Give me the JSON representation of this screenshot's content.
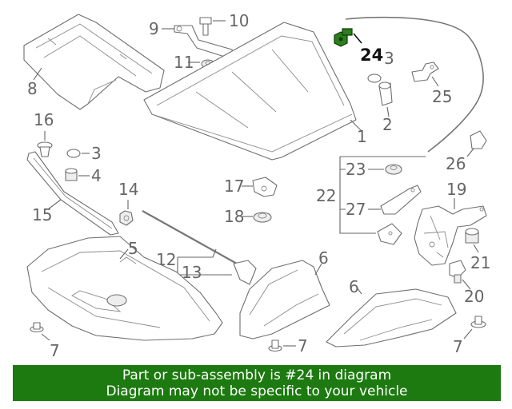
{
  "callouts": {
    "c1": "1",
    "c2": "2",
    "c3a": "3",
    "c3b": "3",
    "c4": "4",
    "c5": "5",
    "c6a": "6",
    "c6b": "6",
    "c7a": "7",
    "c7b": "7",
    "c7c": "7",
    "c8": "8",
    "c9": "9",
    "c10": "10",
    "c11": "11",
    "c12": "12",
    "c13": "13",
    "c14": "14",
    "c15": "15",
    "c16": "16",
    "c17": "17",
    "c18": "18",
    "c19": "19",
    "c20": "20",
    "c21": "21",
    "c22": "22",
    "c23": "23",
    "c24": "24",
    "c25": "25",
    "c26": "26",
    "c27": "27"
  },
  "highlight": {
    "part_number": "24",
    "color": "#2d7d1e"
  },
  "banner": {
    "line1": "Part or sub-assembly is #24 in diagram",
    "line2": "Diagram may not be specific to your vehicle",
    "background": "#1d7a10",
    "text_color": "#ffffff"
  }
}
